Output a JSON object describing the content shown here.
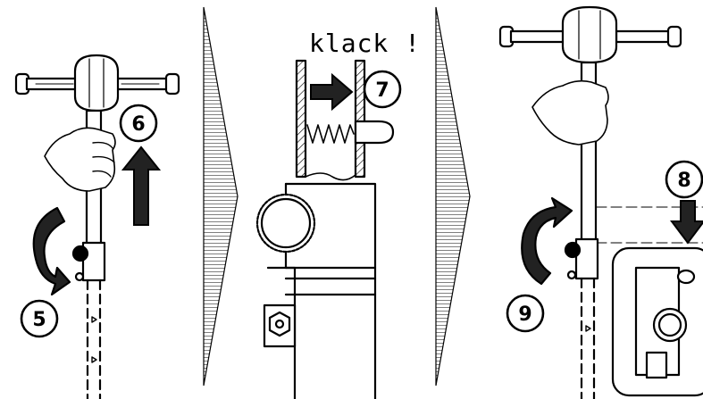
{
  "steps": {
    "s5": "5",
    "s6": "6",
    "s7": "7",
    "s8": "8",
    "s9": "9"
  },
  "sound": "klack !",
  "colors": {
    "ink": "#000000",
    "paper": "#ffffff"
  },
  "icons": [
    "rotate-ccw-arrow-icon",
    "up-arrow-icon",
    "right-arrow-icon",
    "down-arrow-icon",
    "rotate-cw-arrow-icon",
    "chevron-separator-icon"
  ]
}
